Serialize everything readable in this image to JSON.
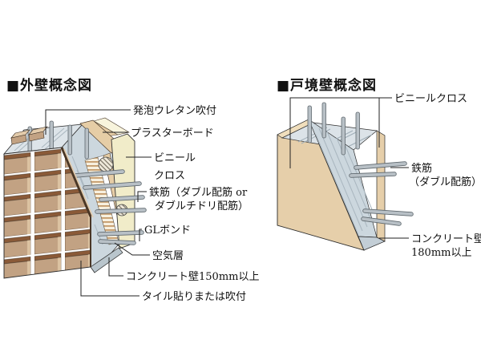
{
  "left_diagram": {
    "title": "■外壁概念図",
    "labels": {
      "urethane": "発泡ウレタン吹付",
      "plasterboard": "プラスターボード",
      "vinyl_line1": "ビニール",
      "vinyl_line2": "クロス",
      "rebar_line1": "鉄筋（ダブル配筋 or",
      "rebar_line2": "ダブルチドリ配筋）",
      "gl_bond": "GLボンド",
      "air_layer": "空気層",
      "concrete": "コンクリート壁150mm以上",
      "tile": "タイル貼りまたは吹付"
    }
  },
  "right_diagram": {
    "title": "■戸境壁概念図",
    "labels": {
      "vinyl": "ビニールクロス",
      "rebar_line1": "鉄筋",
      "rebar_line2": "（ダブル配筋）",
      "concrete_line1": "コンクリート壁",
      "concrete_line2": "180mm以上"
    }
  },
  "colors": {
    "tile_face": "#c2a283",
    "tile_edge_dark": "#8a5a38",
    "concrete_top": "#dde4e9",
    "concrete_cut": "#ccd7de",
    "plasterboard": "#e6cda6",
    "vinyl_cloth": "#f1ecc9",
    "wall_tan": "#e6cfaa",
    "rebar": "#b8c0c6",
    "leader_line": "#222222",
    "text": "#111111"
  }
}
